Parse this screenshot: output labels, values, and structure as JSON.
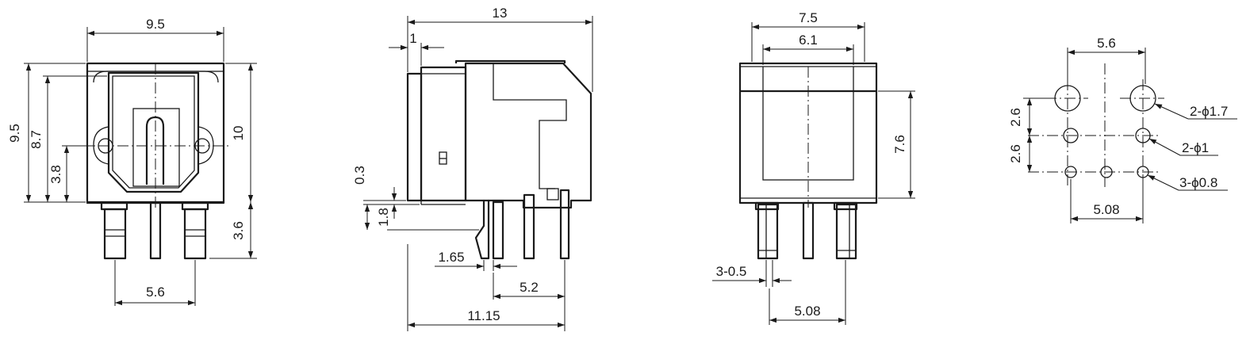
{
  "views": {
    "front": {
      "width": "9.5",
      "height_total": "9.5",
      "height_mid": "8.7",
      "height_low": "3.8",
      "height_right": "10",
      "pin_length": "3.6",
      "pin_pitch": "5.6"
    },
    "side": {
      "length": "13",
      "lip": "1",
      "offset_small": "0.3",
      "offset_pin": "1.8",
      "pin_a": "1.65",
      "pin_b": "5.2",
      "pin_span": "11.15"
    },
    "rear": {
      "width_outer": "7.5",
      "width_inner": "6.1",
      "height": "7.6",
      "pin_width": "3-0.5",
      "pin_pitch": "5.08"
    },
    "footprint": {
      "hole_pitch_top": "5.6",
      "row_gap_top": "2.6",
      "row_gap_bottom": "2.6",
      "hole_pitch_bottom": "5.08",
      "hole_large": "2-ϕ1.7",
      "hole_mid": "2-ϕ1",
      "hole_small": "3-ϕ0.8"
    }
  }
}
